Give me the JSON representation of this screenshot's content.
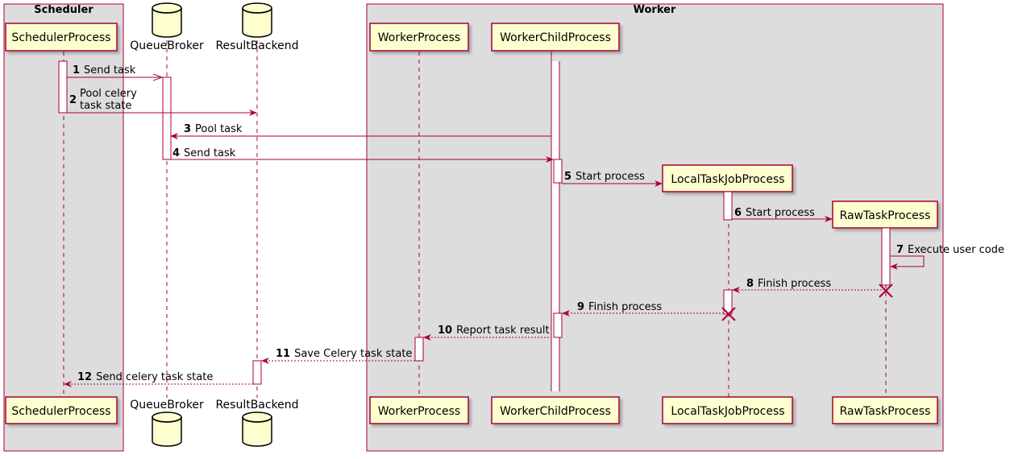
{
  "boxes": {
    "scheduler": "Scheduler",
    "worker": "Worker"
  },
  "participants": {
    "scheduler_process": "SchedulerProcess",
    "queue_broker": "QueueBroker",
    "result_backend": "ResultBackend",
    "worker_process": "WorkerProcess",
    "worker_child_process": "WorkerChildProcess",
    "local_task_job_process": "LocalTaskJobProcess",
    "raw_task_process": "RawTaskProcess"
  },
  "messages": [
    {
      "num": "1",
      "label": "Send task"
    },
    {
      "num": "2",
      "label_line1": "Pool celery",
      "label_line2": "task state"
    },
    {
      "num": "3",
      "label": "Pool task"
    },
    {
      "num": "4",
      "label": "Send task"
    },
    {
      "num": "5",
      "label": "Start process"
    },
    {
      "num": "6",
      "label": "Start process"
    },
    {
      "num": "7",
      "label": "Execute user code"
    },
    {
      "num": "8",
      "label": "Finish process"
    },
    {
      "num": "9",
      "label": "Finish process"
    },
    {
      "num": "10",
      "label": "Report task result"
    },
    {
      "num": "11",
      "label": "Save Celery task state"
    },
    {
      "num": "12",
      "label": "Send celery task state"
    }
  ],
  "colors": {
    "box_fill": "#dddddd",
    "box_border": "#a80036",
    "participant_fill": "#fefece",
    "arrow": "#a80036",
    "lifeline": "#a80036"
  }
}
